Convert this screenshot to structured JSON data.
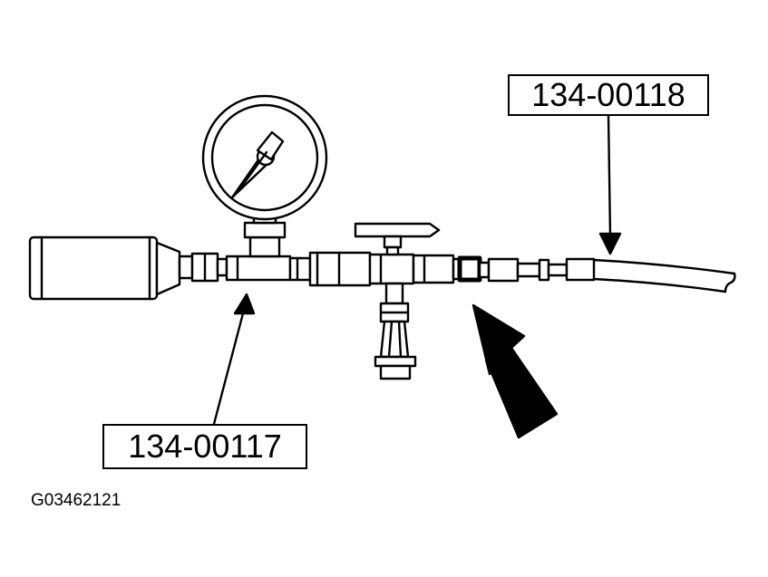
{
  "callouts": {
    "hose_part_number": "134-00118",
    "tee_part_number": "134-00117"
  },
  "figure_id": "G03462121",
  "colors": {
    "ink": "#000000",
    "paper": "#ffffff"
  },
  "icons": [
    "pressure-gauge-icon",
    "valve-handle-icon",
    "pointer-arrow-icon"
  ]
}
